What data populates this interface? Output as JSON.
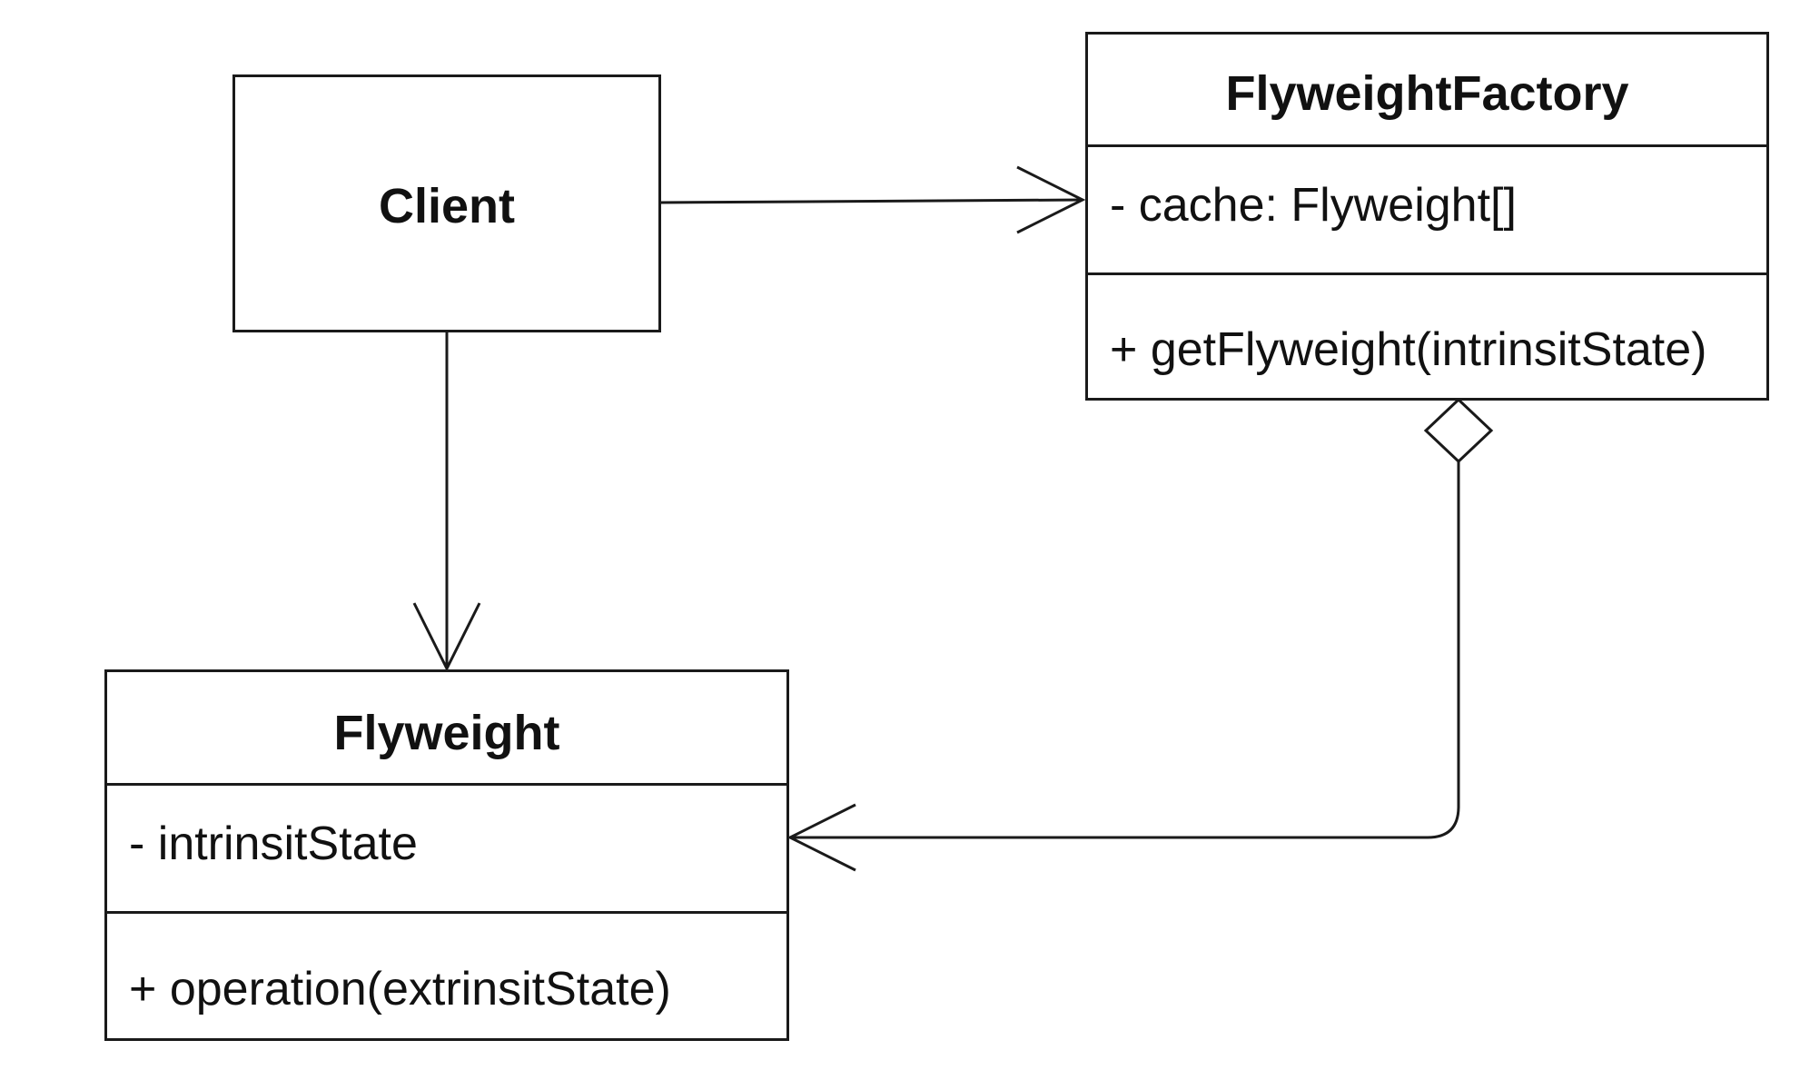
{
  "diagram": {
    "classes": {
      "client": {
        "name": "Client"
      },
      "flyweight_factory": {
        "name": "FlyweightFactory",
        "attributes": [
          "- cache: Flyweight[]"
        ],
        "operations": [
          "+ getFlyweight(intrinsitState)"
        ]
      },
      "flyweight": {
        "name": "Flyweight",
        "attributes": [
          "- intrinsitState"
        ],
        "operations": [
          "+ operation(extrinsitState)"
        ]
      }
    },
    "relationships": [
      {
        "from": "Client",
        "to": "FlyweightFactory",
        "type": "association",
        "end": "open-arrow"
      },
      {
        "from": "Client",
        "to": "Flyweight",
        "type": "association",
        "end": "open-arrow"
      },
      {
        "from": "FlyweightFactory",
        "to": "Flyweight",
        "type": "aggregation",
        "end": "open-arrow"
      }
    ]
  }
}
